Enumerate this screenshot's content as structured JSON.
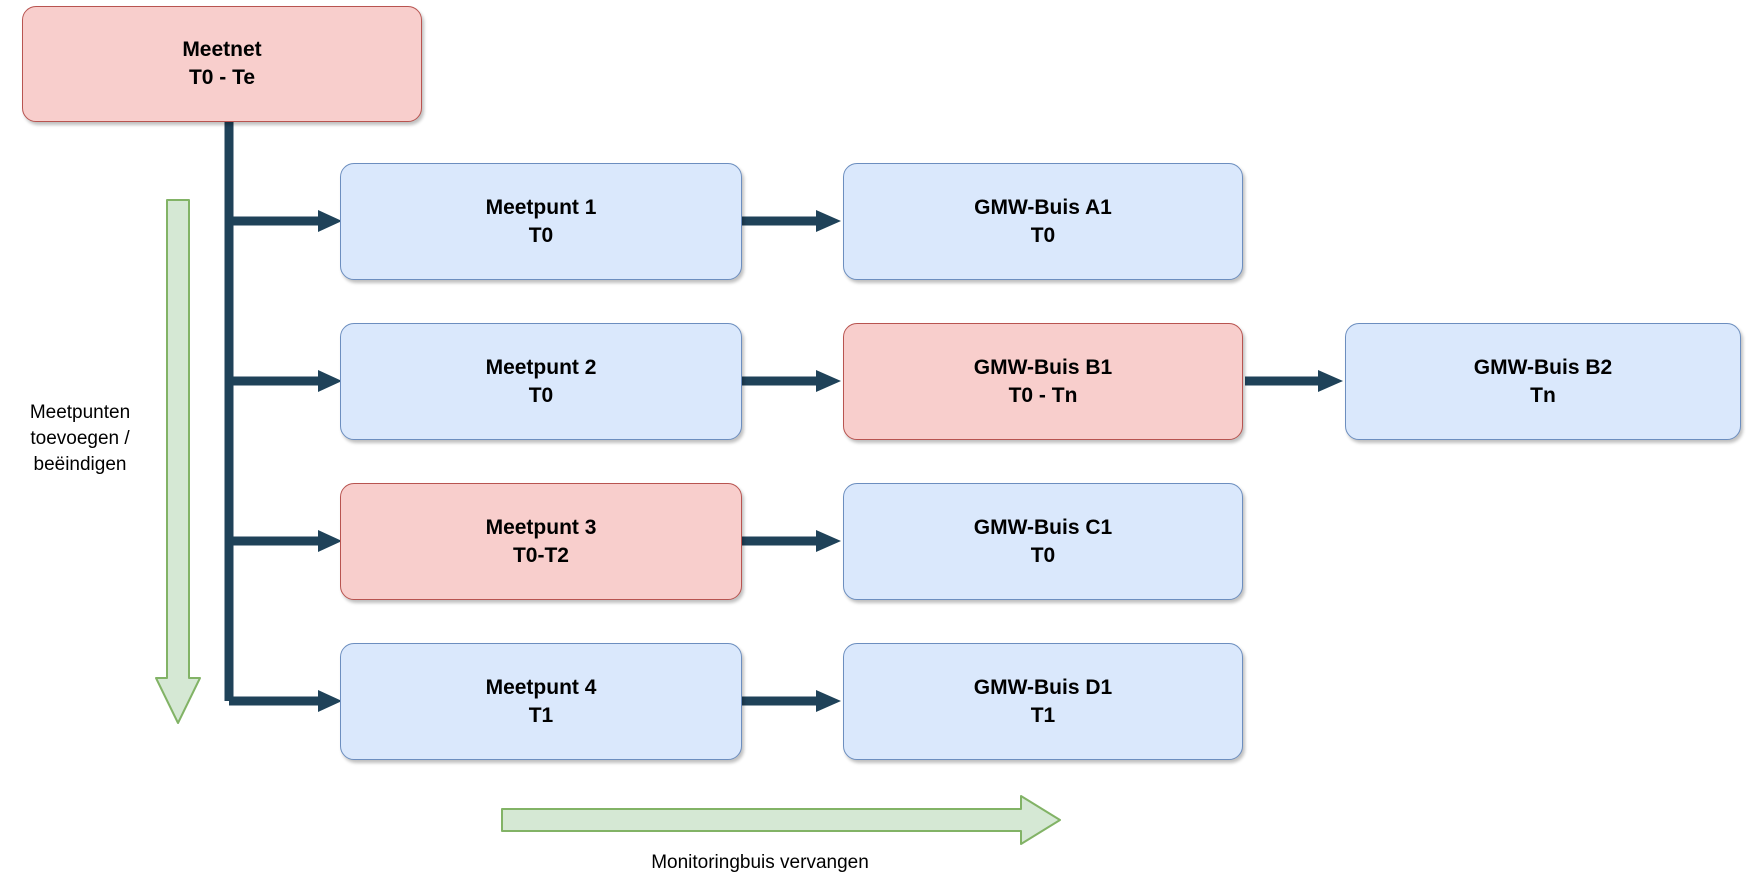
{
  "diagram": {
    "nodes": {
      "meetnet": {
        "line1": "Meetnet",
        "line2": "T0 - Te",
        "variant": "red"
      },
      "meetpunt1": {
        "line1": "Meetpunt 1",
        "line2": "T0",
        "variant": "blue"
      },
      "meetpunt2": {
        "line1": "Meetpunt 2",
        "line2": "T0",
        "variant": "blue"
      },
      "meetpunt3": {
        "line1": "Meetpunt 3",
        "line2": "T0-T2",
        "variant": "red"
      },
      "meetpunt4": {
        "line1": "Meetpunt 4",
        "line2": "T1",
        "variant": "blue"
      },
      "gmw_a1": {
        "line1": "GMW-Buis A1",
        "line2": "T0",
        "variant": "blue"
      },
      "gmw_b1": {
        "line1": "GMW-Buis B1",
        "line2": "T0 - Tn",
        "variant": "red"
      },
      "gmw_b2": {
        "line1": "GMW-Buis B2",
        "line2": "Tn",
        "variant": "blue"
      },
      "gmw_c1": {
        "line1": "GMW-Buis C1",
        "line2": "T0",
        "variant": "blue"
      },
      "gmw_d1": {
        "line1": "GMW-Buis D1",
        "line2": "T1",
        "variant": "blue"
      }
    },
    "annotations": {
      "left_arrow_label": {
        "line1": "Meetpunten",
        "line2": "toevoegen /",
        "line3": "beëindigen"
      },
      "bottom_arrow_label": "Monitoringbuis vervangen"
    },
    "colors": {
      "blue_fill": "#dae8fc",
      "blue_border": "#6c8ebf",
      "red_fill": "#f8cecc",
      "red_border": "#b85450",
      "connector": "#1f4259",
      "green_fill": "#d5e8d4",
      "green_border": "#82b366",
      "text": "#000000"
    }
  }
}
